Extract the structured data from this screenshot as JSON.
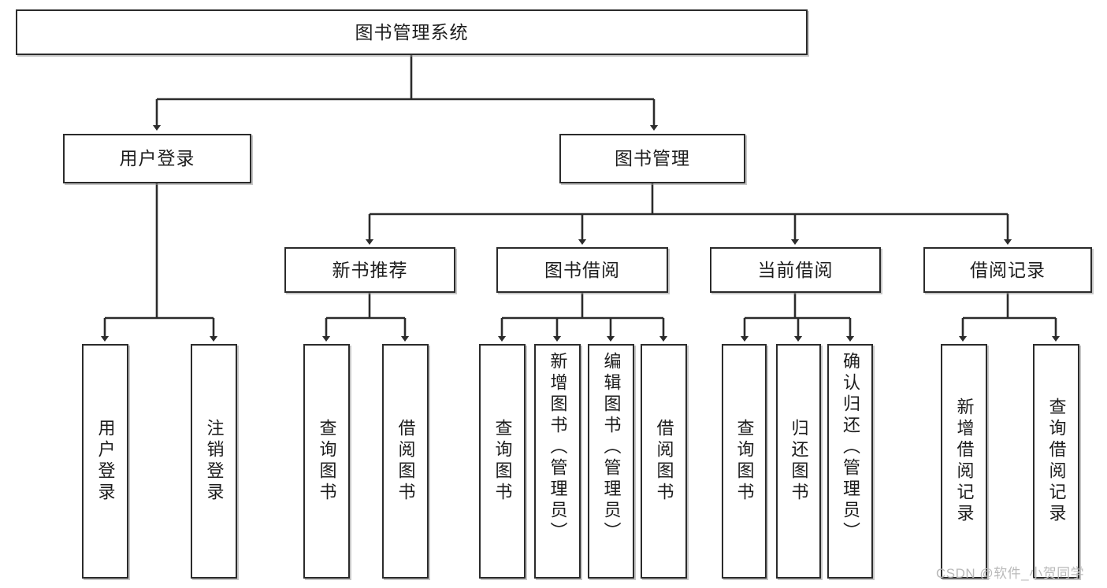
{
  "diagram": {
    "type": "tree-hierarchy",
    "title_node": "图书管理系统",
    "watermark": "CSDN @软件_小贺同学",
    "colors": {
      "box_border": "#2b2b2b",
      "box_fill": "#ffffff",
      "line": "#2b2b2b",
      "text": "#1d1d1d",
      "watermark": "#b9b9b9"
    },
    "root": {
      "label": "图书管理系统"
    },
    "level2": [
      {
        "label": "用户登录"
      },
      {
        "label": "图书管理"
      }
    ],
    "level3": [
      {
        "label": "新书推荐"
      },
      {
        "label": "图书借阅"
      },
      {
        "label": "当前借阅"
      },
      {
        "label": "借阅记录"
      }
    ],
    "leaves": {
      "user_login": [
        {
          "label": "用户登录"
        },
        {
          "label": "注销登录"
        }
      ],
      "new_book": [
        {
          "label": "查询图书"
        },
        {
          "label": "借阅图书"
        }
      ],
      "book_borrow": [
        {
          "label": "查询图书"
        },
        {
          "label": "新增图书（管理员）"
        },
        {
          "label": "编辑图书（管理员）"
        },
        {
          "label": "借阅图书"
        }
      ],
      "current_borrow": [
        {
          "label": "查询图书"
        },
        {
          "label": "归还图书"
        },
        {
          "label": "确认归还（管理员）"
        }
      ],
      "borrow_record": [
        {
          "label": "新增借阅记录"
        },
        {
          "label": "查询借阅记录"
        }
      ]
    }
  }
}
